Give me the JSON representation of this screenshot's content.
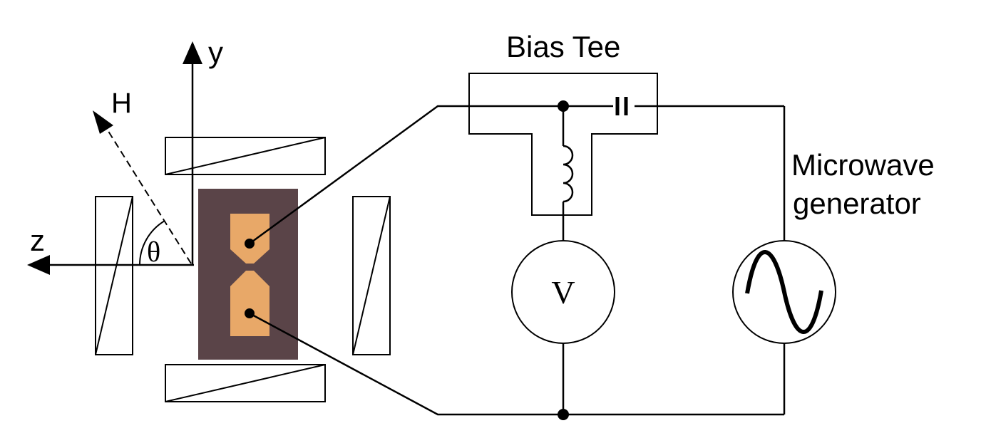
{
  "labels": {
    "axis_y": "y",
    "axis_z": "z",
    "field": "H",
    "angle": "θ",
    "bias_tee": "Bias Tee",
    "voltmeter": "V",
    "generator_line1": "Microwave",
    "generator_line2": "generator"
  },
  "colors": {
    "line": "#000000",
    "sample_background": "#5a4448",
    "contact_pad": "#e8a868",
    "background": "#ffffff"
  },
  "icons": {
    "capacitor": "capacitor-icon",
    "inductor": "inductor-coil-icon",
    "ac_source": "sine-wave-icon"
  }
}
